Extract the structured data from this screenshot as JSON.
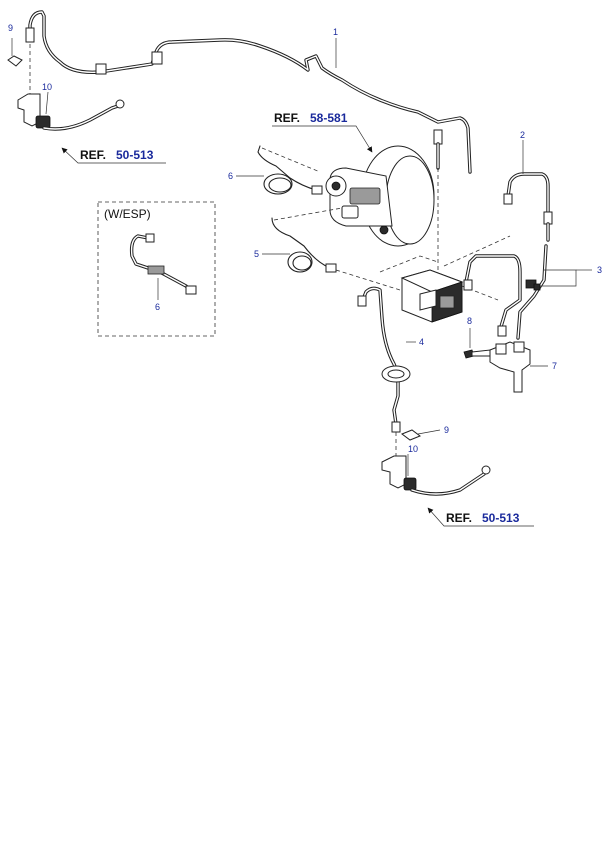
{
  "callouts": {
    "c1": "1",
    "c2": "2",
    "c3": "3",
    "c4": "4",
    "c5": "5",
    "c6_main": "6",
    "c6_esp": "6",
    "c7": "7",
    "c8": "8",
    "c9_top": "9",
    "c9_bottom": "9",
    "c10_top": "10",
    "c10_bottom": "10"
  },
  "references": {
    "top_left": {
      "label": "REF.",
      "number": "50-513"
    },
    "booster": {
      "label": "REF.",
      "number": "58-581"
    },
    "bottom_right": {
      "label": "REF.",
      "number": "50-513"
    }
  },
  "variant_box": {
    "label": "(W/ESP)"
  }
}
